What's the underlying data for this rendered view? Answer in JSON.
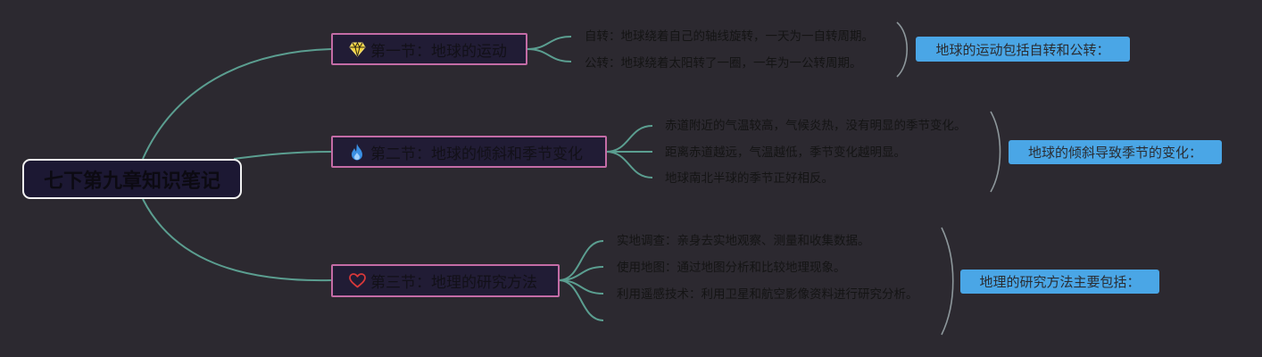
{
  "root": {
    "title": "七下第九章知识笔记"
  },
  "branches": [
    {
      "title": "第一节：地球的运动",
      "icon": "diamond-icon",
      "items": [
        "自转：地球绕着自己的轴线旋转，一天为一自转周期。",
        "公转：地球绕着太阳转了一圈，一年为一公转周期。"
      ],
      "summary": "地球的运动包括自转和公转："
    },
    {
      "title": "第二节：地球的倾斜和季节变化",
      "icon": "flame-icon",
      "items": [
        "赤道附近的气温较高，气候炎热，没有明显的季节变化。",
        "距离赤道越远，气温越低，季节变化越明显。",
        "地球南北半球的季节正好相反。"
      ],
      "summary": "地球的倾斜导致季节的变化："
    },
    {
      "title": "第三节：地理的研究方法",
      "icon": "heart-icon",
      "items": [
        "实地调查：亲身去实地观察、测量和收集数据。",
        "使用地图：通过地图分析和比较地理现象。",
        "利用遥感技术：利用卫星和航空影像资料进行研究分析。",
        ""
      ],
      "summary": "地理的研究方法主要包括："
    }
  ],
  "colors": {
    "background": "#2c2930",
    "connector": "#5b9e90",
    "brace": "#8d979b",
    "root_border": "#f2f2f2",
    "root_fill": "#1c1833",
    "branch_border": "#c46ca6",
    "branch_fill": "#211c35",
    "summary_fill": "#4aa6e6",
    "diamond_icon": "#f3d33c",
    "flame_icon": "#3a8fe3",
    "heart_icon": "#d8383a"
  }
}
